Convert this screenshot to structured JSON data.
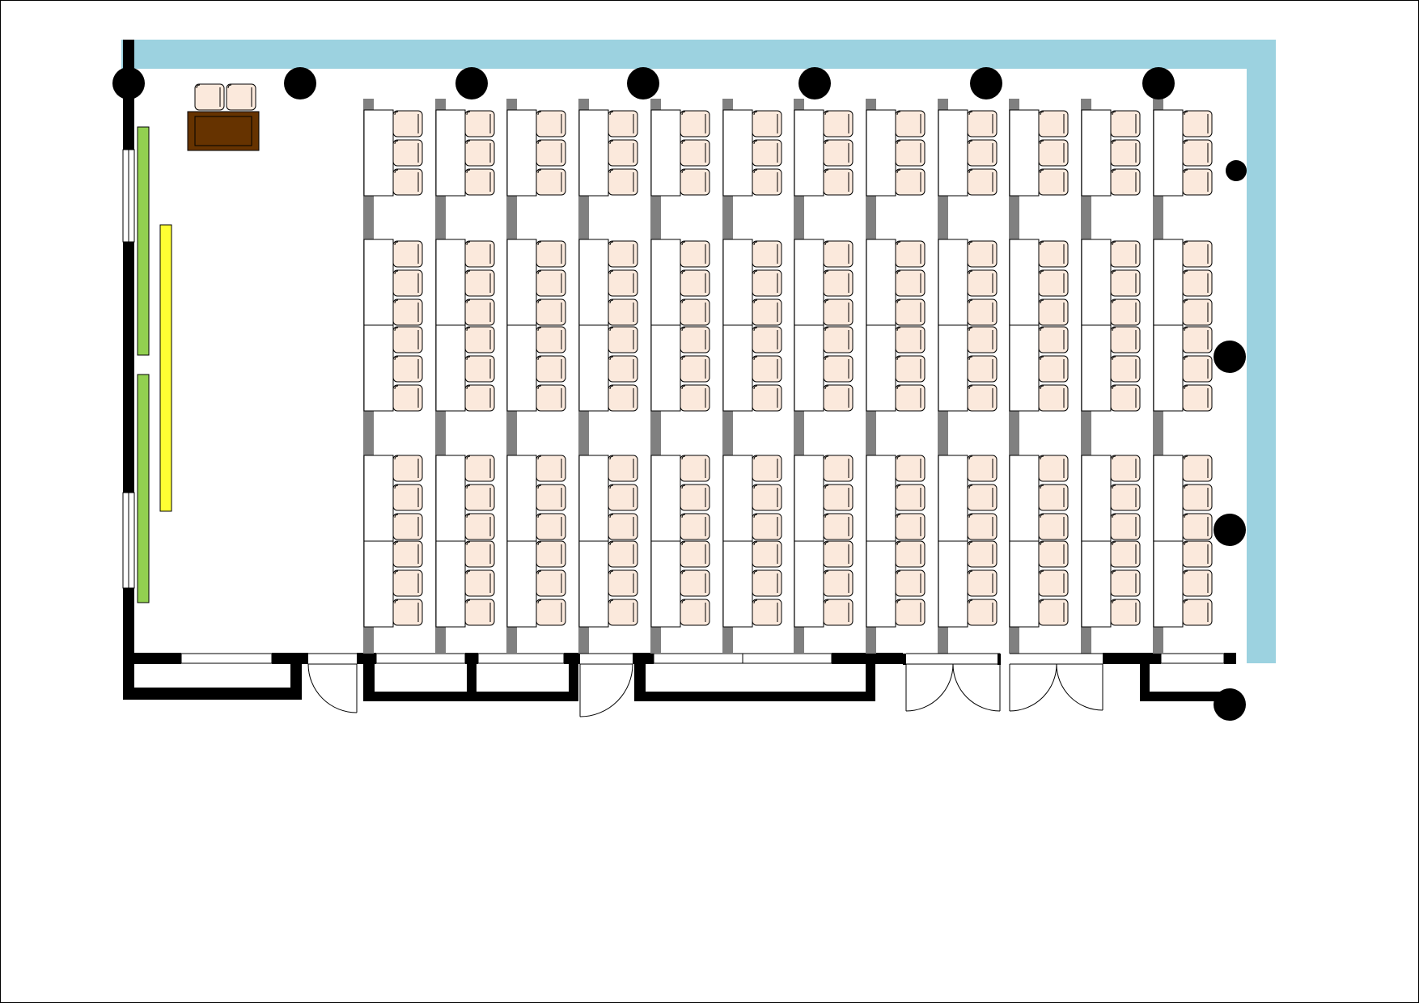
{
  "diagram": {
    "type": "classroom-seating-floor-plan",
    "layout": {
      "table_columns": 12,
      "table_blocks_per_column": 3,
      "tables_per_column": [
        1,
        2,
        2
      ],
      "seats_per_table": 3,
      "total_tables": 60,
      "total_seats": 180,
      "presenter_table": 1,
      "presenter_chairs": 2,
      "whiteboards": 2,
      "screens": 1,
      "doors": 6
    },
    "colors": {
      "window_wall": "#9cd2e0",
      "wall": "#000000",
      "seat_fill": "#fbe9dc",
      "table_fill": "#ffffff",
      "aisle_strip": "#808080",
      "podium": "#663300",
      "whiteboard": "#92d050",
      "screen": "#ffff33",
      "column": "#000000",
      "page_border": "#000000"
    },
    "icons": [
      "column-icon",
      "door-swing-icon",
      "chair-icon",
      "table-icon",
      "window-icon"
    ]
  }
}
